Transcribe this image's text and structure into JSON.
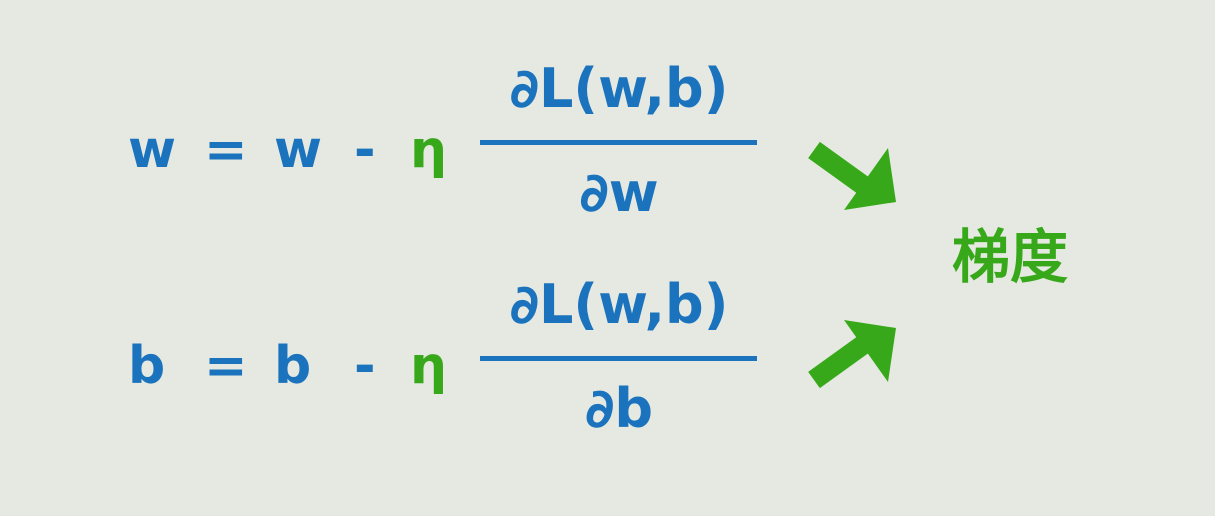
{
  "equations": [
    {
      "lhs": "w",
      "equals": "=",
      "rhs_var": "w",
      "minus": "-",
      "eta": "η",
      "numerator": "∂L(w,b)",
      "denominator": "∂w"
    },
    {
      "lhs": "b",
      "equals": "=",
      "rhs_var": "b",
      "minus": "-",
      "eta": "η",
      "numerator": "∂L(w,b)",
      "denominator": "∂b"
    }
  ],
  "annotation": {
    "label": "梯度"
  },
  "colors": {
    "formula": "#1b73bd",
    "highlight": "#38a81b",
    "background": "#e5e9e1"
  },
  "icons": {
    "arrow_top": "arrow-down-right-icon",
    "arrow_bottom": "arrow-up-right-icon"
  }
}
